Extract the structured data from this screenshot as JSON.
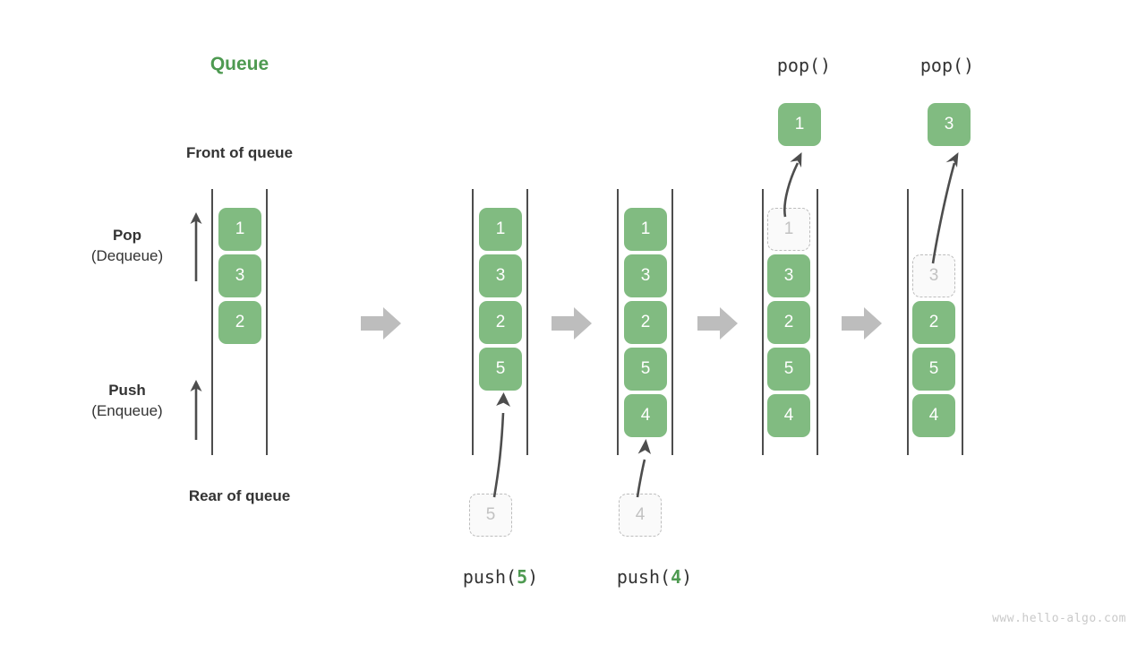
{
  "diagram": {
    "title": "Queue",
    "title_color": "#4e9a51",
    "element_color": "#81bb81",
    "ghost_color": "#fafafa",
    "ghost_border_color": "#bdbdbd",
    "arrow_color": "#4d4d4d",
    "connector_color": "#bdbdbd",
    "watermark": "www.hello-algo.com",
    "labels": {
      "front_of_queue": "Front of queue",
      "rear_of_queue": "Rear of queue",
      "pop_main": "Pop",
      "pop_sub": "(Dequeue)",
      "push_main": "Push",
      "push_sub": "(Enqueue)"
    },
    "captions": {
      "push_5_prefix": "push(",
      "push_5_value": "5",
      "push_5_suffix": ")",
      "push_4_prefix": "push(",
      "push_4_value": "4",
      "push_4_suffix": ")",
      "pop_1_title": "pop()",
      "pop_2_title": "pop()"
    },
    "panels": [
      {
        "id": "initial",
        "name": "initial-queue",
        "cells": [
          "1",
          "3",
          "2"
        ],
        "ghost_index": -1,
        "incoming": null,
        "popped": null
      },
      {
        "id": "push5",
        "name": "after-push-5",
        "cells": [
          "1",
          "3",
          "2",
          "5"
        ],
        "ghost_index": -1,
        "incoming": "5",
        "popped": null
      },
      {
        "id": "push4",
        "name": "after-push-4",
        "cells": [
          "1",
          "3",
          "2",
          "5",
          "4"
        ],
        "ghost_index": -1,
        "incoming": "4",
        "popped": null
      },
      {
        "id": "pop1",
        "name": "after-pop-1",
        "cells": [
          "1",
          "3",
          "2",
          "5",
          "4"
        ],
        "ghost_index": 0,
        "incoming": null,
        "popped": "1"
      },
      {
        "id": "pop3",
        "name": "after-pop-3",
        "cells": [
          "",
          "3",
          "2",
          "5",
          "4"
        ],
        "ghost_index": 1,
        "incoming": null,
        "popped": "3"
      }
    ],
    "connectors": [
      "arrow-right",
      "arrow-right",
      "arrow-right",
      "arrow-right"
    ]
  }
}
